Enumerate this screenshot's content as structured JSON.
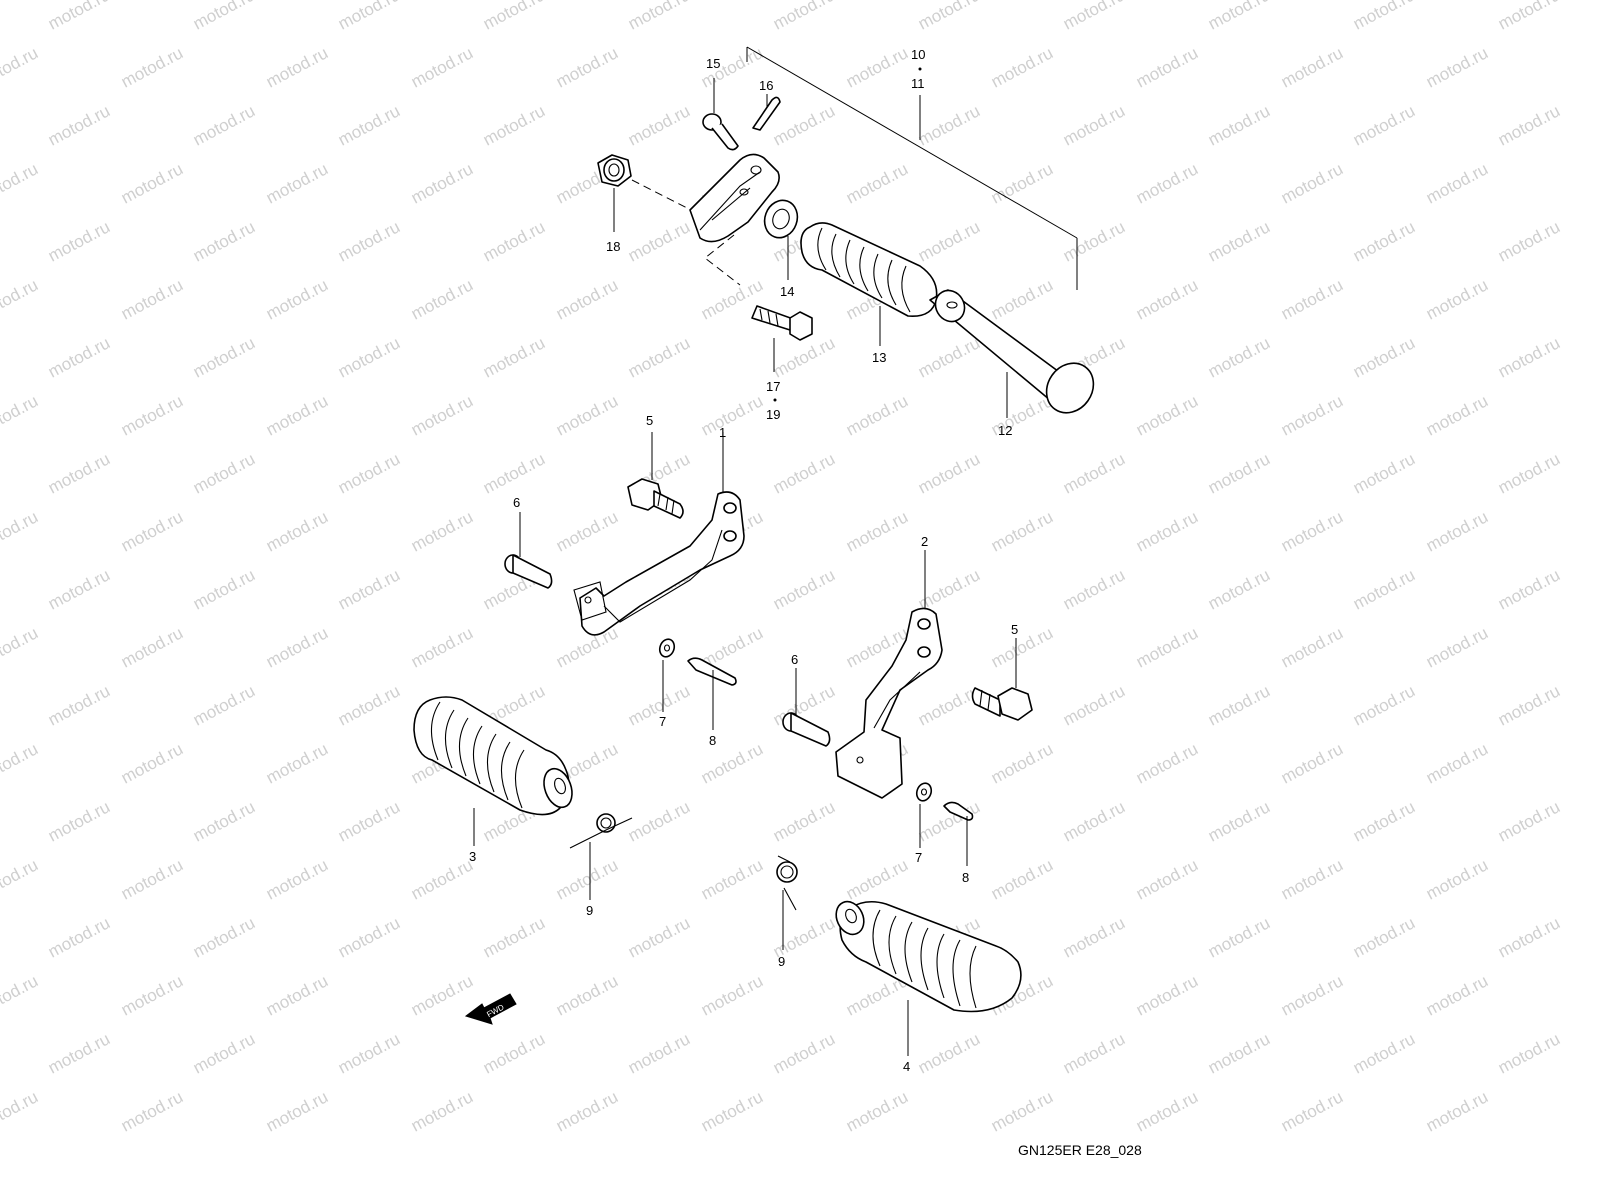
{
  "watermark": "motod.ru",
  "diagram_code": "GN125ER E28_028",
  "fwd_label": "FWD",
  "callouts": {
    "c1": "1",
    "c2": "2",
    "c3": "3",
    "c4": "4",
    "c5a": "5",
    "c5b": "5",
    "c6a": "6",
    "c6b": "6",
    "c7a": "7",
    "c7b": "7",
    "c8a": "8",
    "c8b": "8",
    "c9a": "9",
    "c9b": "9",
    "c10": "10",
    "c11": "11",
    "c12": "12",
    "c13": "13",
    "c14": "14",
    "c15": "15",
    "c16": "16",
    "c17": "17",
    "c18": "18",
    "c19": "19"
  }
}
